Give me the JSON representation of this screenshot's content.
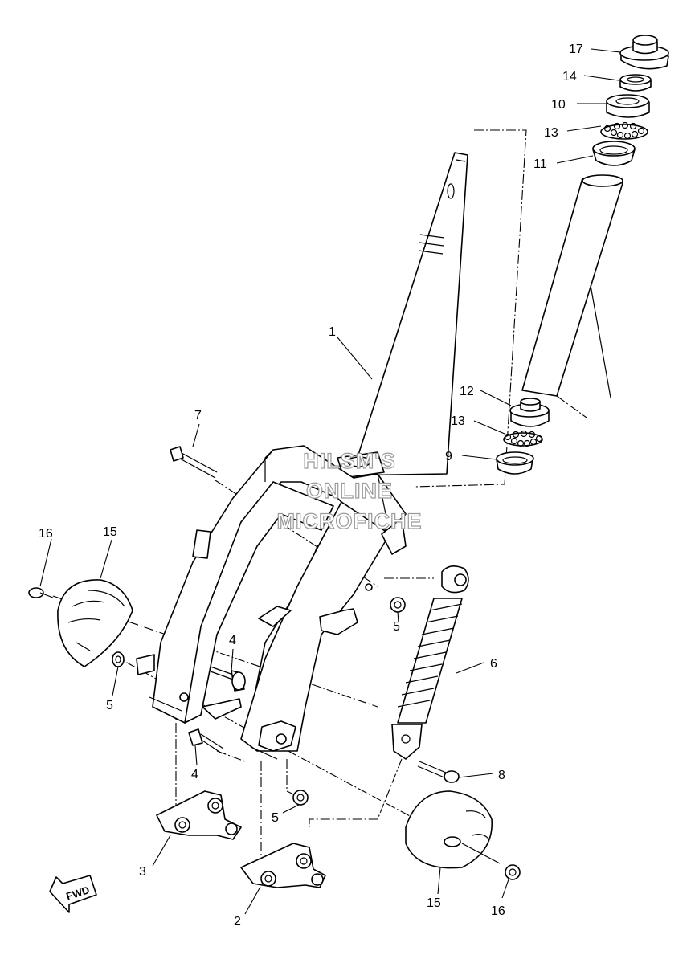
{
  "watermark": {
    "line1": "HILSM'S",
    "line2": "ONLINE",
    "line3": "MICROFICHE"
  },
  "fwd_label": "FWD",
  "callouts": {
    "c1": "1",
    "c2": "2",
    "c3": "3",
    "c4a": "4",
    "c4b": "4",
    "c5a": "5",
    "c5b": "5",
    "c5c": "5",
    "c6": "6",
    "c7": "7",
    "c8": "8",
    "c9": "9",
    "c10": "10",
    "c11": "11",
    "c12": "12",
    "c13a": "13",
    "c13b": "13",
    "c14": "14",
    "c15a": "15",
    "c15b": "15",
    "c16a": "16",
    "c16b": "16",
    "c17": "17"
  }
}
